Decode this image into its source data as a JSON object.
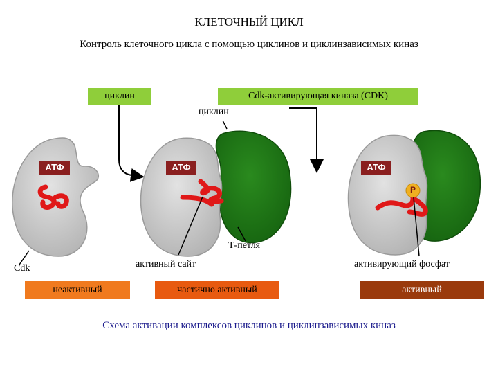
{
  "title": "КЛЕТОЧНЫЙ ЦИКЛ",
  "subtitle": "Контроль клеточного цикла с помощью циклинов и циклинзависимых киназ",
  "labels": {
    "cyclin_box": "циклин",
    "cdk_kinase_box": "Cdk-активирующая киназа (CDK)",
    "cyclin_pointer": "циклин",
    "atp": "АТФ",
    "t_loop": "Т-петля",
    "cdk": "Cdk",
    "active_site": "активный сайт",
    "activating_phosphate": "активирующий фосфат",
    "phosphate": "P"
  },
  "states": {
    "inactive": "неактивный",
    "partial": "частично активный",
    "active": "активный"
  },
  "caption": "Схема активации комплексов циклинов и циклинзависимых киназ",
  "colors": {
    "label_green": "#8fce3a",
    "cyclin_green": "#1f7a16",
    "cdk_gray": "#c8c8c8",
    "loop_red": "#e01818",
    "atp_red": "#8a1f1f",
    "inactive_orange": "#f07a1e",
    "partial_orange": "#e85a10",
    "active_brown": "#9a3a0c",
    "phosphate_yellow": "#f0b020",
    "caption_blue": "#1a1a8c"
  }
}
